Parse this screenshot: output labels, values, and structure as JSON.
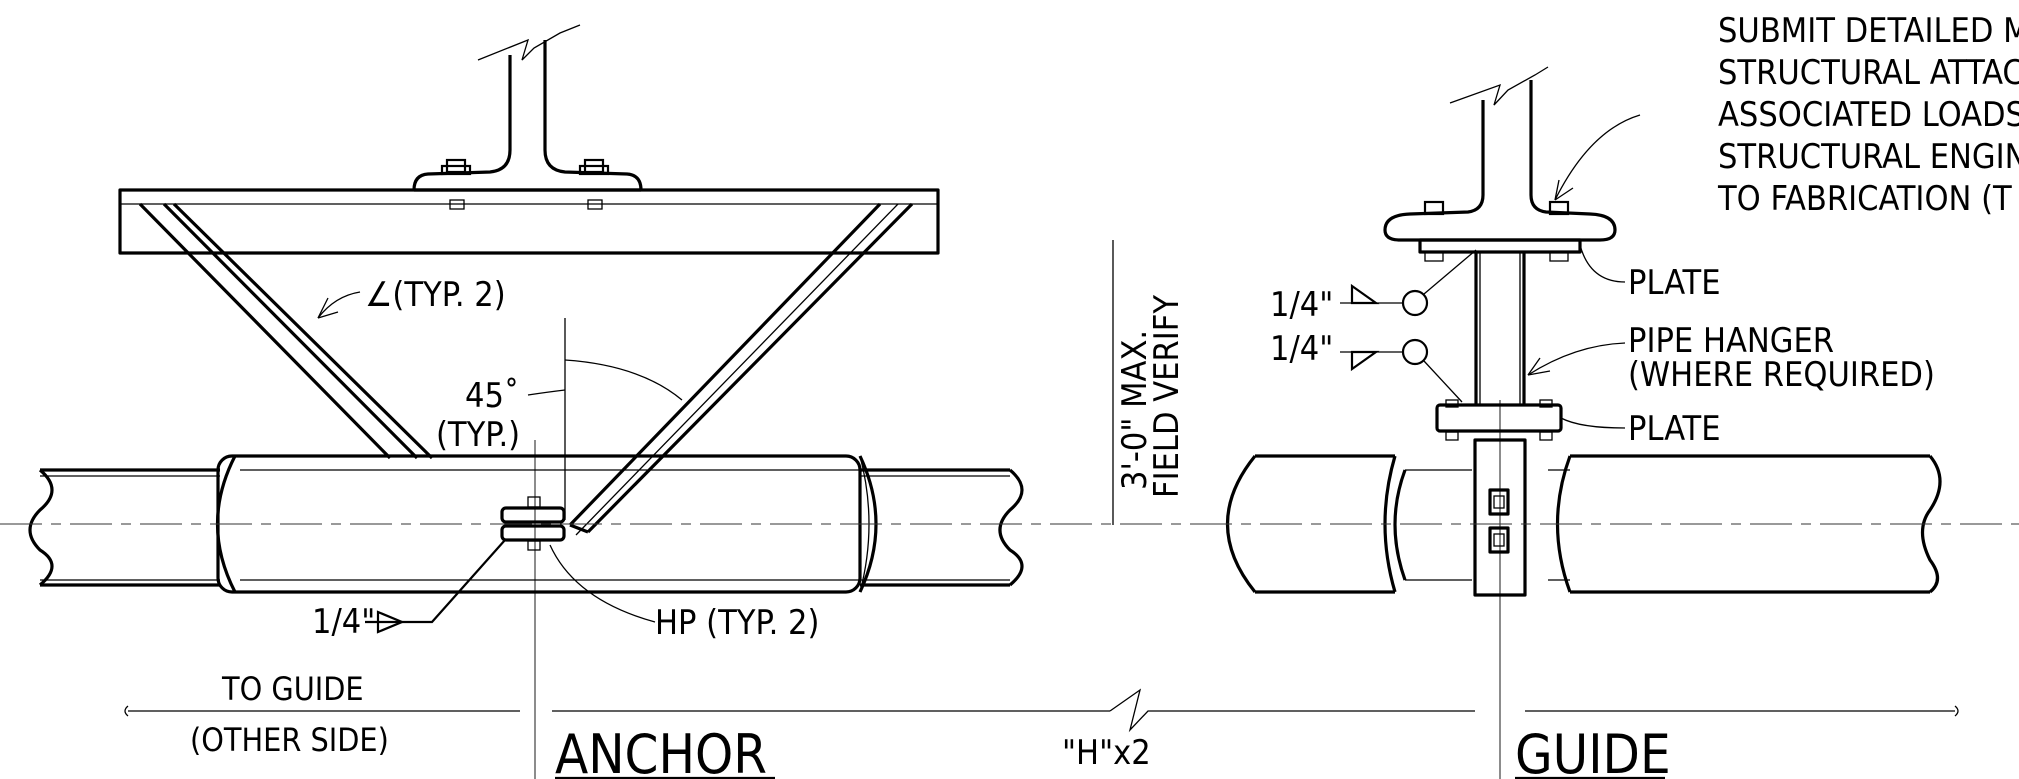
{
  "notes": {
    "submit_lines": [
      "SUBMIT DETAILED M",
      "STRUCTURAL ATTAC",
      "ASSOCIATED LOADS",
      "STRUCTURAL ENGIN",
      "TO FABRICATION (T"
    ],
    "angle_typ": "∠(TYP. 2)",
    "angle_deg": "45˚",
    "angle_typ2": "(TYP.)",
    "weld_size_anchor": "1/4\"",
    "hp_typ": "HP (TYP. 2)",
    "max_height": "3'-0\" MAX.",
    "field_verify": "FIELD VERIFY",
    "weld_size_top": "1/4\"",
    "weld_size_bottom": "1/4\"",
    "plate_top": "PLATE",
    "pipe_hanger_1": "PIPE HANGER",
    "pipe_hanger_2": "(WHERE REQUIRED)",
    "plate_bottom": "PLATE",
    "to_guide_1": "TO GUIDE",
    "to_guide_2": "(OTHER SIDE)",
    "spacing": "\"H\"x2"
  },
  "titles": {
    "anchor": "ANCHOR",
    "guide": "GUIDE"
  }
}
